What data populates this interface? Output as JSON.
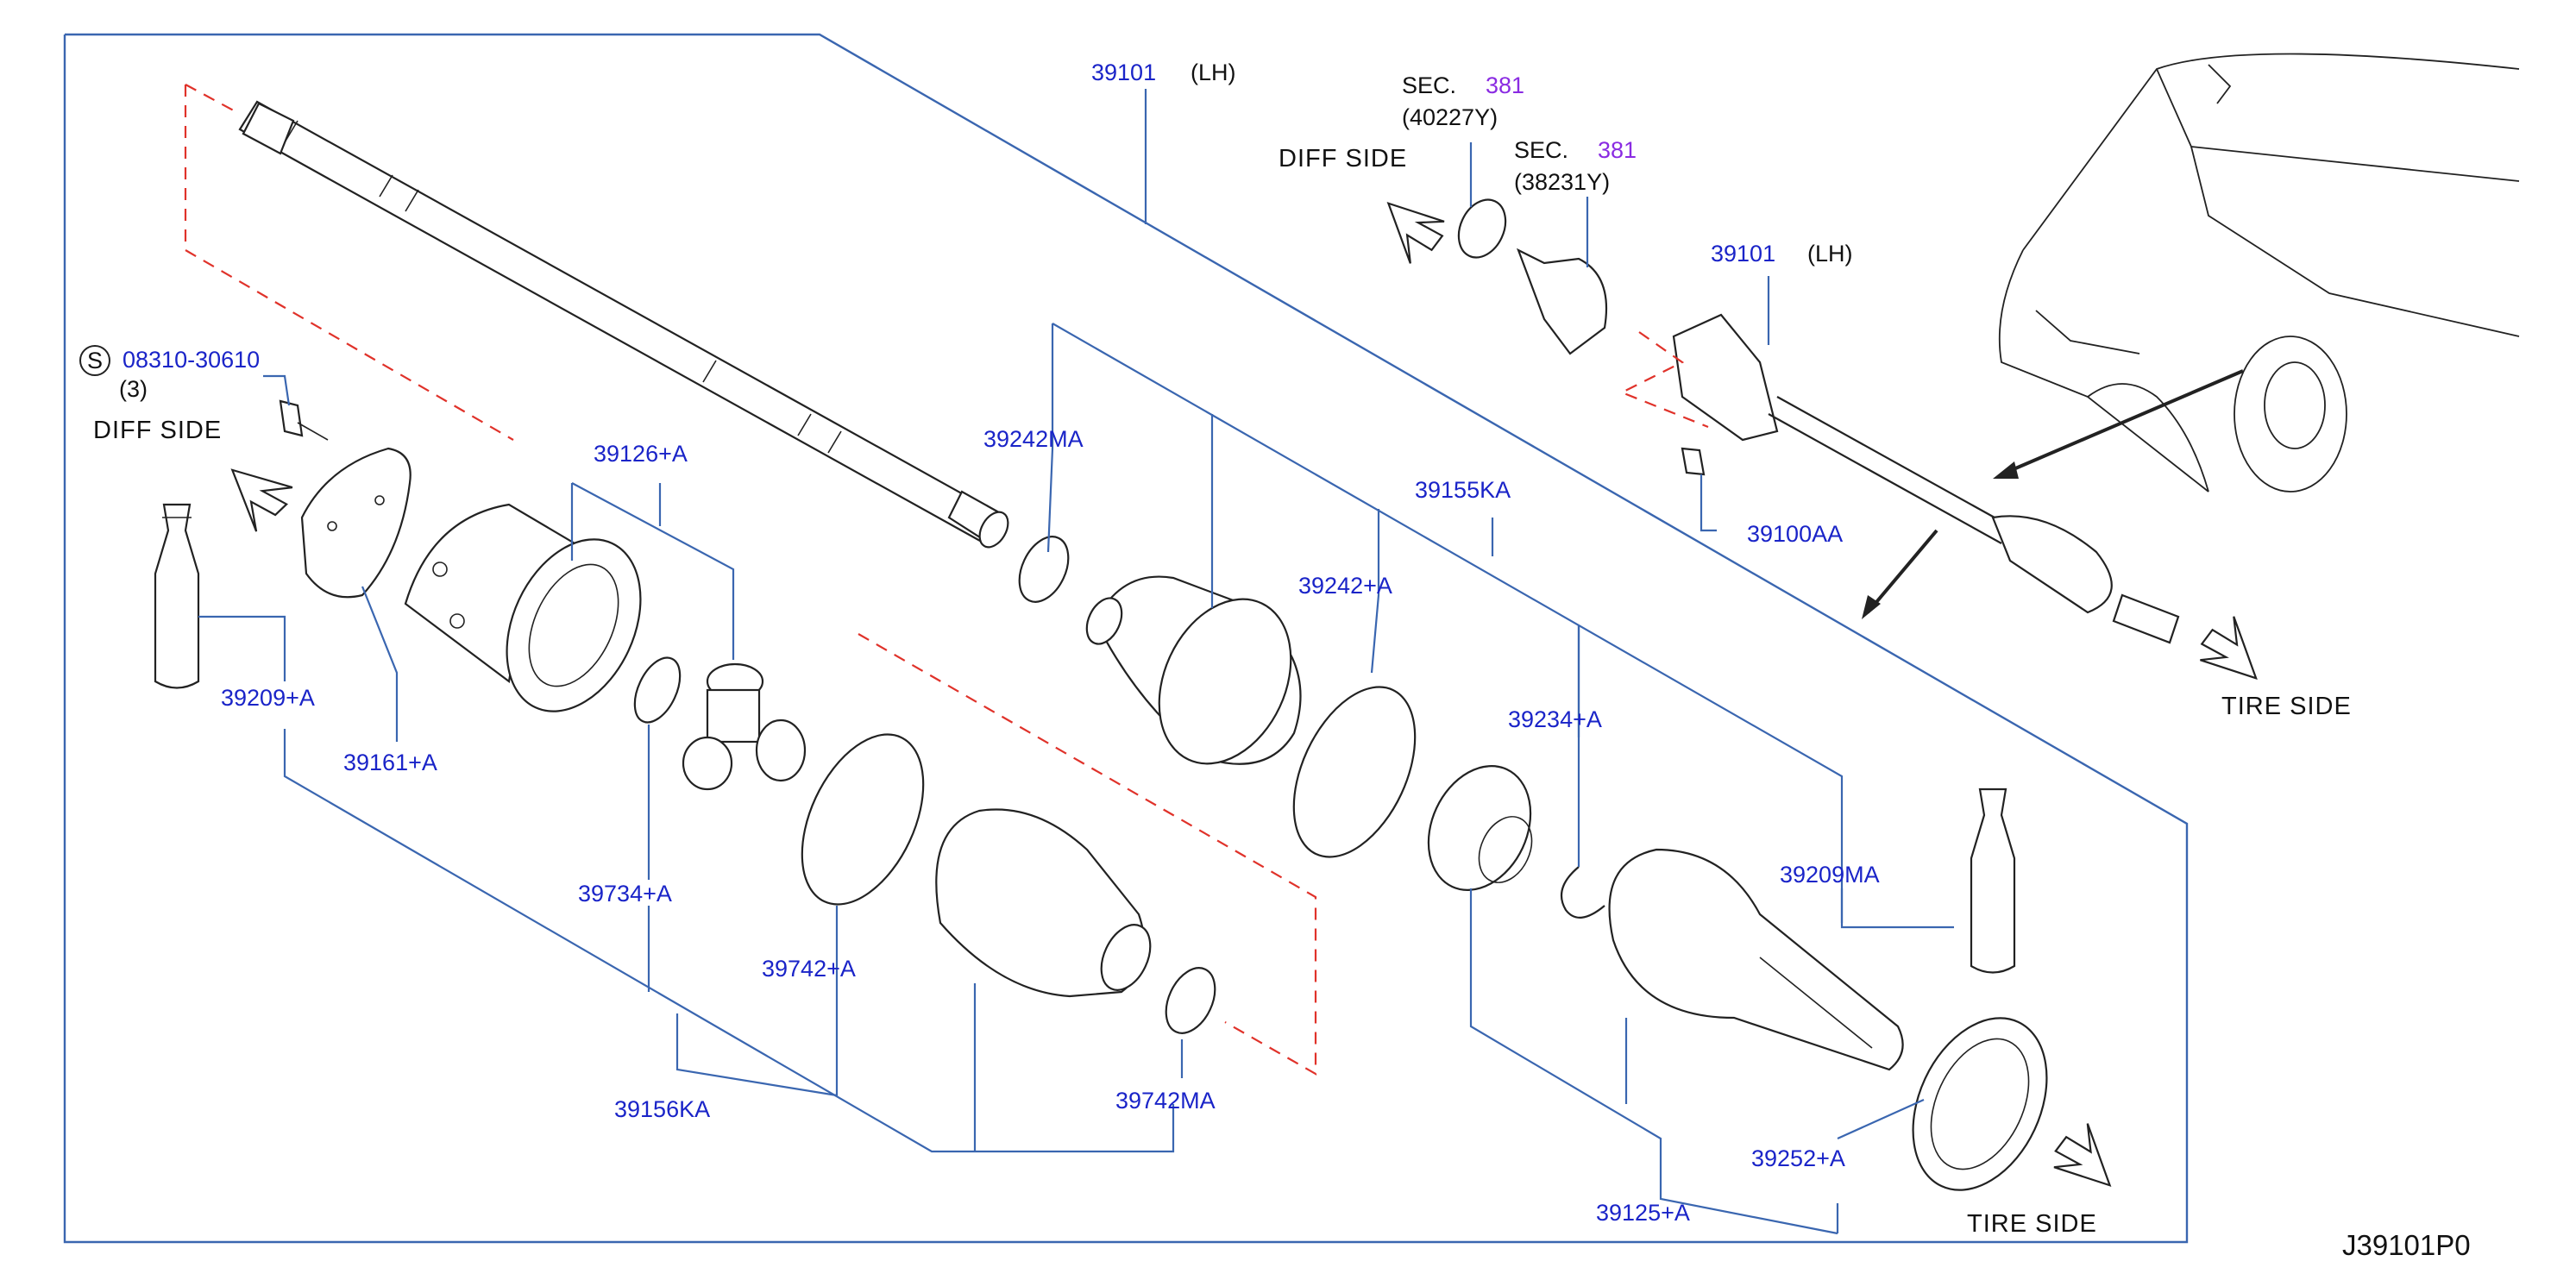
{
  "diagram_code": "J39101P0",
  "parts": {
    "shaft_lh": "39101",
    "shaft_lh_side": "(LH)",
    "inset_shaft_lh": "39101",
    "inset_shaft_lh_side": "(LH)",
    "bolt_code": "08310-30610",
    "bolt_qty": "(3)",
    "bolt_symbol": "S",
    "grease_inner": "39209+A",
    "plate": "39161+A",
    "housing": "39126+A",
    "snap_ring_inner": "39734+A",
    "boot_kit_inner": "39156KA",
    "band_inner_large": "39742+A",
    "band_inner_small": "39742MA",
    "band_outer_small": "39242MA",
    "band_outer_large": "39242+A",
    "boot_kit_outer": "39155KA",
    "snap_ring_outer": "39234+A",
    "grease_outer": "39209MA",
    "joint_outer": "39125+A",
    "dust_shield": "39252+A",
    "inset_bolt": "39100AA"
  },
  "sections": {
    "sec1_prefix": "SEC.",
    "sec1_ref": "381",
    "sec1_part": "(40227Y)",
    "sec2_prefix": "SEC.",
    "sec2_ref": "381",
    "sec2_part": "(38231Y)"
  },
  "sides": {
    "diff_side_main": "DIFF   SIDE",
    "diff_side_inset": "DIFF   SIDE",
    "tire_side_main": "TIRE   SIDE",
    "tire_side_inset": "TIRE   SIDE"
  },
  "colors": {
    "part_number": "#1a24c8",
    "section_ref": "#8a2be2",
    "leader_line": "#3a66b0",
    "hidden_line": "#e0322a"
  }
}
